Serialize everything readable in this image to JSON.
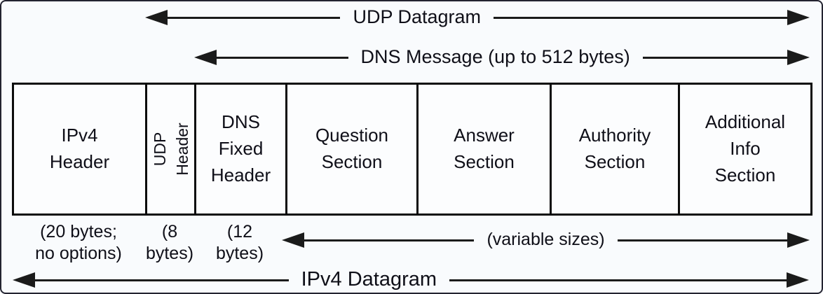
{
  "diagram": {
    "udp_arrow_label": "UDP Datagram",
    "dns_arrow_label": "DNS Message (up to 512 bytes)",
    "variable_sizes_label": "(variable sizes)",
    "ipv4_arrow_label": "IPv4 Datagram",
    "boxes": [
      {
        "label": "IPv4\nHeader",
        "size_note": "(20 bytes;\nno options)"
      },
      {
        "label": "UDP\nHeader",
        "size_note": "(8\nbytes)"
      },
      {
        "label": "DNS\nFixed\nHeader",
        "size_note": "(12\nbytes)"
      },
      {
        "label": "Question\nSection"
      },
      {
        "label": "Answer\nSection"
      },
      {
        "label": "Authority\nSection"
      },
      {
        "label": "Additional\nInfo\nSection"
      }
    ],
    "colors": {
      "text": "#0f0f18",
      "line": "#1b1b1b",
      "box_border": "#0c0c0c",
      "background": "#f9fbfd",
      "box_fill": "#fcfdfe"
    }
  }
}
